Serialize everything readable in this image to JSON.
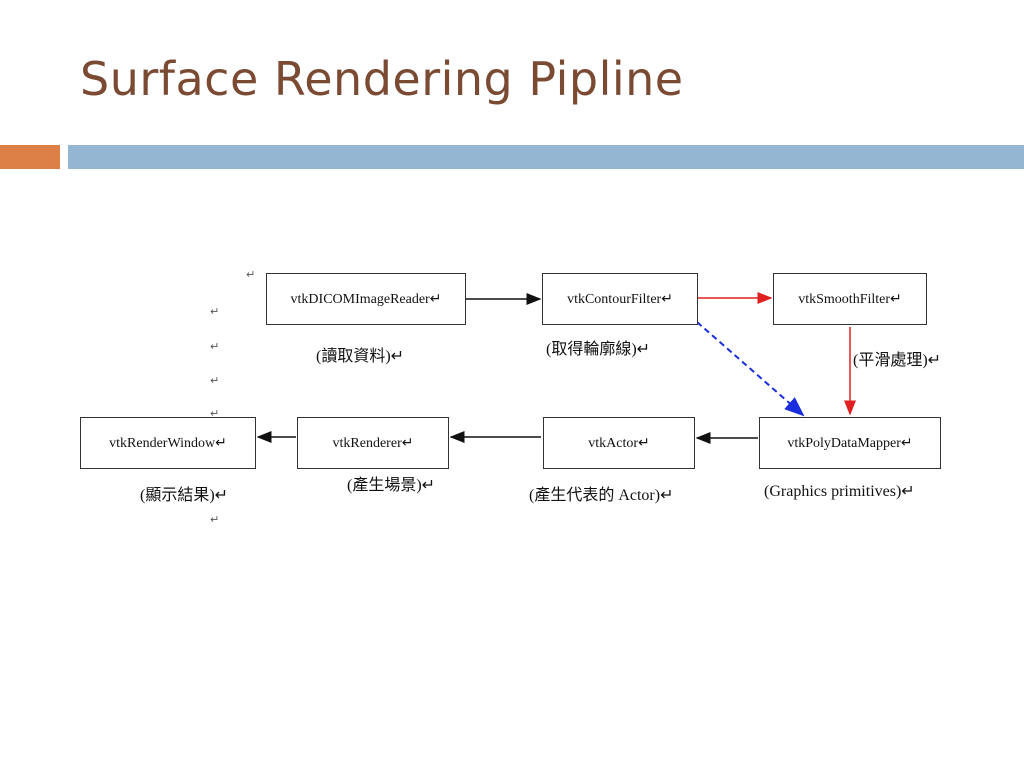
{
  "slide": {
    "title": "Surface Rendering Pipline"
  },
  "diagram": {
    "return_mark": "↵",
    "nodes": {
      "reader": {
        "label": "vtkDICOMImageReader↵",
        "caption": "(讀取資料)↵"
      },
      "contour": {
        "label": "vtkContourFilter↵",
        "caption": "(取得輪廓線)↵"
      },
      "smooth": {
        "label": "vtkSmoothFilter↵",
        "caption": "(平滑處理)↵"
      },
      "mapper": {
        "label": "vtkPolyDataMapper↵",
        "caption": "(Graphics   primitives)↵"
      },
      "actor": {
        "label": "vtkActor↵",
        "caption": "(產生代表的 Actor)↵"
      },
      "renderer": {
        "label": "vtkRenderer↵",
        "caption": "(產生場景)↵"
      },
      "window": {
        "label": "vtkRenderWindow↵",
        "caption": "(顯示結果)↵"
      }
    },
    "edges": [
      {
        "from": "reader",
        "to": "contour",
        "style": "solid",
        "color": "#111111"
      },
      {
        "from": "contour",
        "to": "smooth",
        "style": "solid",
        "color": "#e02020"
      },
      {
        "from": "smooth",
        "to": "mapper",
        "style": "solid",
        "color": "#e02020"
      },
      {
        "from": "contour",
        "to": "mapper",
        "style": "dashed",
        "color": "#1a2ee0"
      },
      {
        "from": "mapper",
        "to": "actor",
        "style": "solid",
        "color": "#111111"
      },
      {
        "from": "actor",
        "to": "renderer",
        "style": "solid",
        "color": "#111111"
      },
      {
        "from": "renderer",
        "to": "window",
        "style": "solid",
        "color": "#111111"
      }
    ]
  },
  "colors": {
    "title": "#7a4a33",
    "accent_bar": "#dd8047",
    "main_bar": "#94b6d2"
  }
}
